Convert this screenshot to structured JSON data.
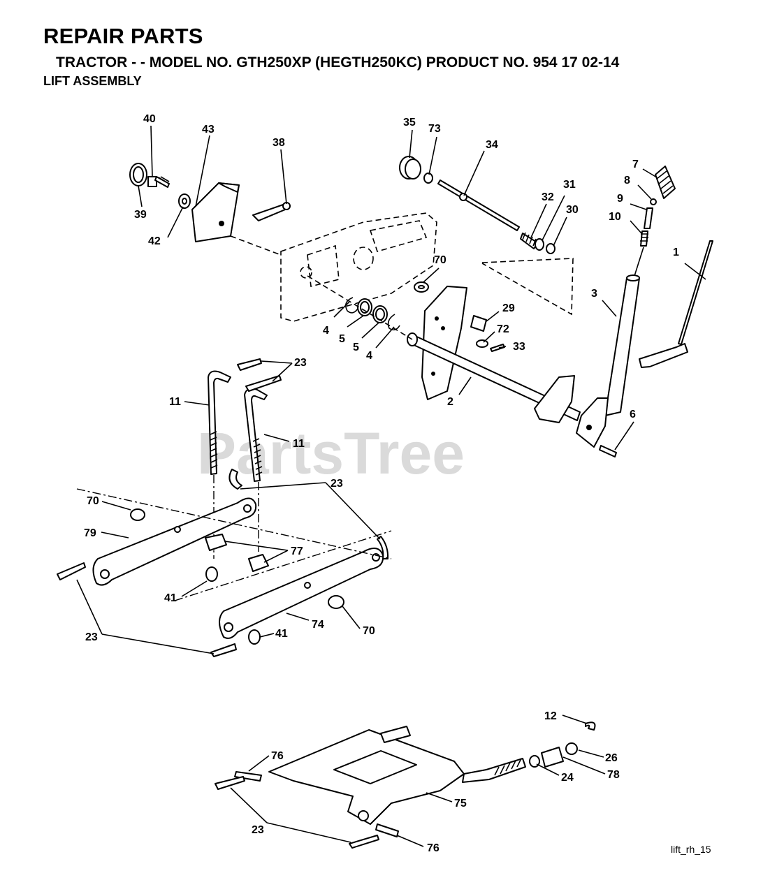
{
  "header": {
    "title": "REPAIR PARTS",
    "subtitle": "TRACTOR - - MODEL NO. GTH250XP (HEGTH250KC) PRODUCT NO. 954 17 02-14",
    "section": "LIFT ASSEMBLY"
  },
  "watermark": "PartsTree",
  "figure_ref": "lift_rh_15",
  "callouts": {
    "c40": "40",
    "c43": "43",
    "c38": "38",
    "c39": "39",
    "c42": "42",
    "c35": "35",
    "c73": "73",
    "c34": "34",
    "c32": "32",
    "c31": "31",
    "c30": "30",
    "c7": "7",
    "c8": "8",
    "c9": "9",
    "c10": "10",
    "c1": "1",
    "c3": "3",
    "c70a": "70",
    "c29": "29",
    "c72": "72",
    "c33": "33",
    "c4a": "4",
    "c5a": "5",
    "c5b": "5",
    "c4b": "4",
    "c2": "2",
    "c6": "6",
    "c23a": "23",
    "c11a": "11",
    "c11b": "11",
    "c23b": "23",
    "c70b": "70",
    "c79": "79",
    "c77": "77",
    "c41a": "41",
    "c74": "74",
    "c70c": "70",
    "c41b": "41",
    "c23c": "23",
    "c12": "12",
    "c76a": "76",
    "c26": "26",
    "c78": "78",
    "c24": "24",
    "c75": "75",
    "c23d": "23",
    "c76b": "76"
  }
}
